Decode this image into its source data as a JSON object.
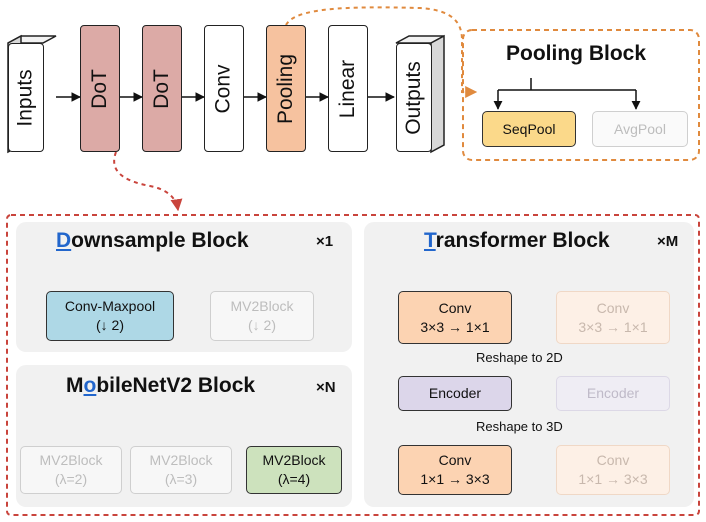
{
  "pipeline": {
    "stages": [
      "Inputs",
      "DoT",
      "DoT",
      "Conv",
      "Pooling",
      "Linear",
      "Outputs"
    ]
  },
  "pooling_block": {
    "title": "Pooling Block",
    "options": [
      "SeqPool",
      "AvgPool"
    ]
  },
  "downsample_block": {
    "title_accent": "D",
    "title_rest": "ownsample Block",
    "multiplier": "×1",
    "options": [
      {
        "line1": "Conv-Maxpool",
        "line2": "(↓ 2)"
      },
      {
        "line1": "MV2Block",
        "line2": "(↓ 2)"
      }
    ]
  },
  "mobilenet_block": {
    "title_pre": "M",
    "title_accent": "o",
    "title_rest": "bileNetV2 Block",
    "multiplier": "×N",
    "options": [
      {
        "line1": "MV2Block",
        "line2": "(λ=2)"
      },
      {
        "line1": "MV2Block",
        "line2": "(λ=3)"
      },
      {
        "line1": "MV2Block",
        "line2": "(λ=4)"
      }
    ]
  },
  "transformer_block": {
    "title_accent": "T",
    "title_rest": "ransformer Block",
    "multiplier": "×M",
    "conv_top": {
      "line1": "Conv",
      "line2": "3×3 → 1×1"
    },
    "reshape_2d": "Reshape to 2D",
    "encoder": "Encoder",
    "reshape_3d": "Reshape to 3D",
    "conv_bottom": {
      "line1": "Conv",
      "line2": "1×1 → 3×3"
    }
  },
  "colors": {
    "dot_fill": "#dcaaa6",
    "pooling_fill": "#f6c29f",
    "seqpool_fill": "#fbd98a",
    "convmax_fill": "#aed8e6",
    "mv2_selected_fill": "#cde2bd",
    "conv_fill": "#fcd3b2",
    "conv_faded_fill": "#fdf0e6",
    "encoder_fill": "#dcd6ea",
    "encoder_faded_fill": "#efedf4",
    "dashed_orange": "#e08a3e",
    "dashed_red": "#c9443c",
    "accent_blue": "#2266cc"
  }
}
